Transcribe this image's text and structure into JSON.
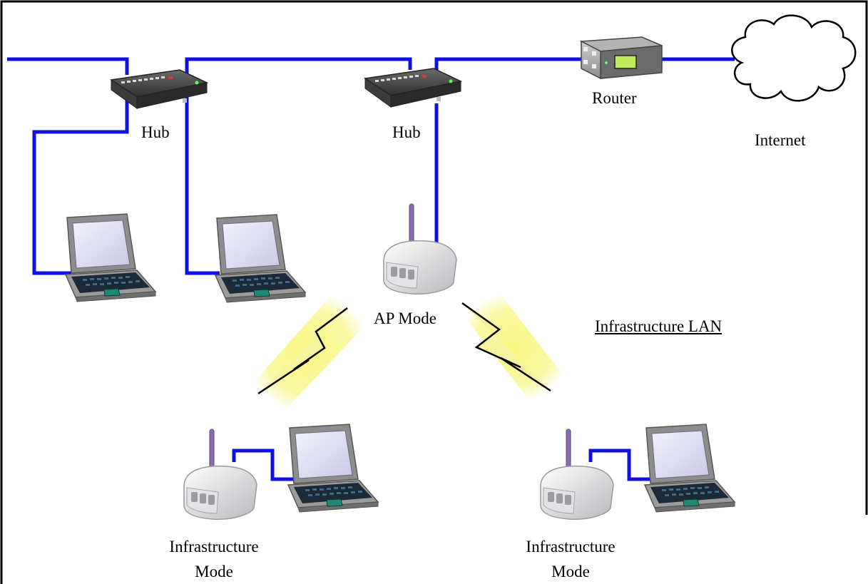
{
  "diagram": {
    "title": "Infrastructure LAN",
    "colors": {
      "cable": "#1010e0",
      "signal": "#f6f37a",
      "frame": "#000000"
    },
    "nodes": {
      "hub_left": {
        "label": "Hub",
        "icon": "hub-icon"
      },
      "hub_right": {
        "label": "Hub",
        "icon": "hub-icon"
      },
      "router": {
        "label": "Router",
        "icon": "router-icon"
      },
      "internet": {
        "label": "Internet",
        "icon": "cloud-icon"
      },
      "ap": {
        "label": "AP Mode",
        "icon": "wireless-access-point-icon"
      },
      "client_left": {
        "label_line1": "Infrastructure",
        "label_line2": "Mode",
        "icon": "wireless-adapter-icon"
      },
      "client_right": {
        "label_line1": "Infrastructure",
        "label_line2": "Mode",
        "icon": "wireless-adapter-icon"
      },
      "laptop_icon": "laptop-icon",
      "wireless_link_icon": "lightning-icon"
    }
  }
}
